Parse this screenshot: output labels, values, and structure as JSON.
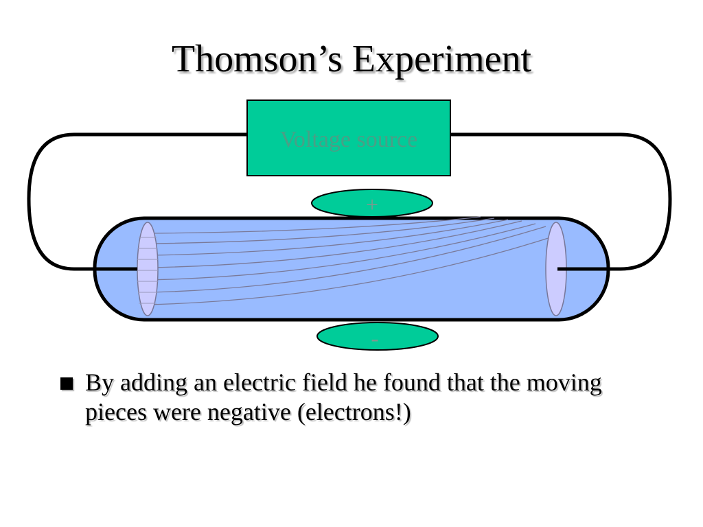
{
  "slide": {
    "title": "Thomson’s Experiment",
    "bullet": "By adding an electric field he found that the moving pieces were negative (electrons!)"
  },
  "diagram": {
    "voltage_source_label": "Voltage source",
    "positive_plate_label": "+",
    "negative_plate_label": "-"
  },
  "colors": {
    "voltage_source_fill": "#00cc99",
    "plate_fill": "#00cc99",
    "tube_fill": "#99bbff",
    "electrode_fill": "#ccccff",
    "label_text": "#808080"
  }
}
